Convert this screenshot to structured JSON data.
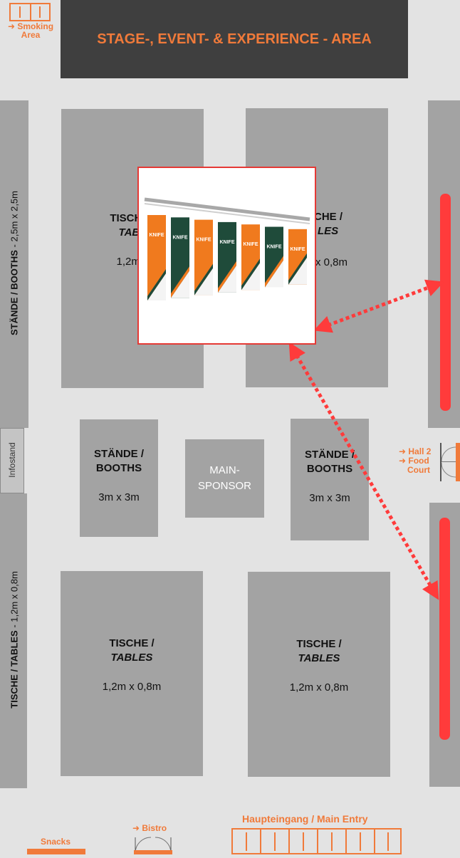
{
  "stage": {
    "title": "STAGE-, EVENT- & EXPERIENCE - AREA"
  },
  "smoking": {
    "label": "➜ Smoking\nArea"
  },
  "left_booths_label": {
    "bold": "STÄNDE / BOOTHS",
    "rest": " - 2,5m x 2,5m"
  },
  "left_tables_label": {
    "bold": "TISCHE / TABLES",
    "rest": " - 1,2m x 0,8m"
  },
  "infostand": {
    "label": "Infostand"
  },
  "table_block_top_left": {
    "line1": "TISCHE /",
    "line2": "TABL",
    "dim": "1,2m x"
  },
  "table_block_top_right": {
    "line1": "CHE /",
    "line2": "LES",
    "dim": "x 0,8m"
  },
  "booth_left": {
    "line1": "STÄNDE /",
    "line2": "BOOTHS",
    "dim": "3m x 3m"
  },
  "main_sponsor": {
    "line1": "MAIN-",
    "line2": "SPONSOR"
  },
  "booth_right": {
    "line1": "STÄNDE /",
    "line2": "BOOTHS",
    "dim": "3m x 3m"
  },
  "hall2": {
    "line1": "➜ Hall 2",
    "line2": "➜ Food",
    "line3": "Court"
  },
  "table_block_bottom_left": {
    "line1": "TISCHE /",
    "line2": "TABLES",
    "dim": "1,2m x 0,8m"
  },
  "table_block_bottom_right": {
    "line1": "TISCHE /",
    "line2": "TABLES",
    "dim": "1,2m x 0,8m"
  },
  "bistro": {
    "label": "➜ Bistro"
  },
  "snacks": {
    "label": "Snacks"
  },
  "main_entry": {
    "label": "Haupteingang / Main Entry"
  },
  "banner_popup": {
    "banner_text": "KNIFE",
    "banner_count": 7
  },
  "colors": {
    "accent": "#f07a3a",
    "zone_gray": "#a3a3a3",
    "stage_dark": "#3f3f3f",
    "highlight_red": "#ff3b3b",
    "banner_green": "#1f4b3a",
    "banner_orange": "#f07a1e"
  }
}
